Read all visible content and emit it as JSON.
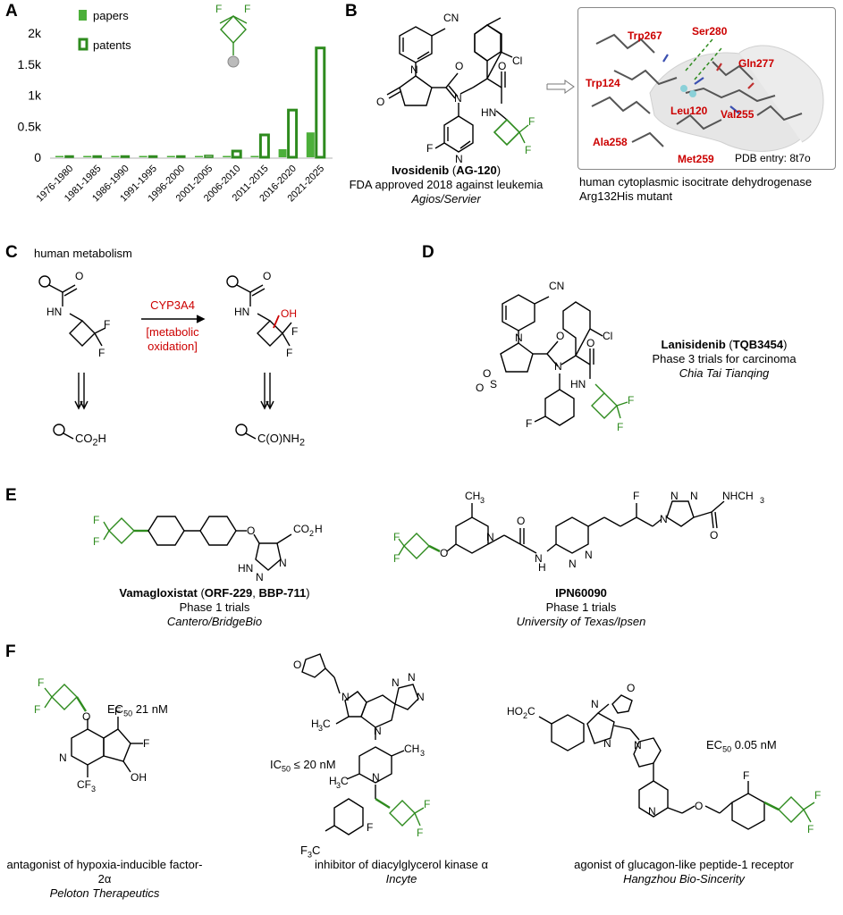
{
  "panels": {
    "A": "A",
    "B": "B",
    "C": "C",
    "D": "D",
    "E": "E",
    "F": "F"
  },
  "chart_data": {
    "type": "bar",
    "categories": [
      "1976-1980",
      "1981-1985",
      "1986-1990",
      "1991-1995",
      "1996-2000",
      "2001-2005",
      "2006-2010",
      "2011-2015",
      "2016-2020",
      "2021-2025"
    ],
    "series": [
      {
        "name": "papers",
        "values": [
          0,
          0,
          0,
          0,
          0,
          5,
          10,
          20,
          130,
          400
        ],
        "style": "filled",
        "color": "#4caf3a"
      },
      {
        "name": "patents",
        "values": [
          0,
          5,
          0,
          0,
          15,
          30,
          100,
          360,
          760,
          1760
        ],
        "style": "outlined",
        "color": "#2e8b1e"
      }
    ],
    "yticks": [
      "0",
      "0.5k",
      "1k",
      "1.5k",
      "2k"
    ],
    "ylim": [
      0,
      2000
    ],
    "legend_position": "top-left"
  },
  "panelB": {
    "drug_name": "Ivosidenib",
    "drug_code": "AG-120",
    "approval": "FDA approved 2018 against leukemia",
    "company": "Agios/Servier",
    "residues": [
      "Trp267",
      "Ser280",
      "Gln277",
      "Trp124",
      "Leu120",
      "Val255",
      "Ala258",
      "Met259"
    ],
    "pdb": "PDB entry: 8t7o",
    "protein_line1": "human cytoplasmic isocitrate dehydrogenase",
    "protein_line2": "Arg132His mutant"
  },
  "panelC": {
    "title": "human metabolism",
    "enzyme": "CYP3A4",
    "process_line1": "[metabolic",
    "process_line2": "oxidation]",
    "product_left": "CO",
    "product_right": "C(O)NH"
  },
  "panelD": {
    "drug_name": "Lanisidenib",
    "drug_code": "TQB3454",
    "phase": "Phase 3 trials for carcinoma",
    "company": "Chia Tai Tianqing"
  },
  "panelE": {
    "drug1_name": "Vamagloxistat",
    "drug1_code1": "ORF-229",
    "drug1_code2": "BBP-711",
    "drug1_phase": "Phase 1 trials",
    "drug1_company": "Cantero/BridgeBio",
    "drug2_name": "IPN60090",
    "drug2_phase": "Phase 1 trials",
    "drug2_company": "University of Texas/Ipsen"
  },
  "panelF": {
    "m1_activity": "EC",
    "m1_value": "21 nM",
    "m1_desc": "antagonist of hypoxia-inducible factor-2α",
    "m1_company": "Peloton Therapeutics",
    "m2_activity": "IC",
    "m2_value": "≤ 20 nM",
    "m2_desc": "inhibitor of diacylglycerol kinase α",
    "m2_company": "Incyte",
    "m3_activity": "EC",
    "m3_value": "0.05 nM",
    "m3_desc": "agonist of glucagon-like peptide-1 receptor",
    "m3_company": "Hangzhou Bio-Sincerity"
  },
  "colors": {
    "green": "#2e8b1e",
    "lightgreen": "#4caf3a",
    "red": "#cc0000"
  }
}
